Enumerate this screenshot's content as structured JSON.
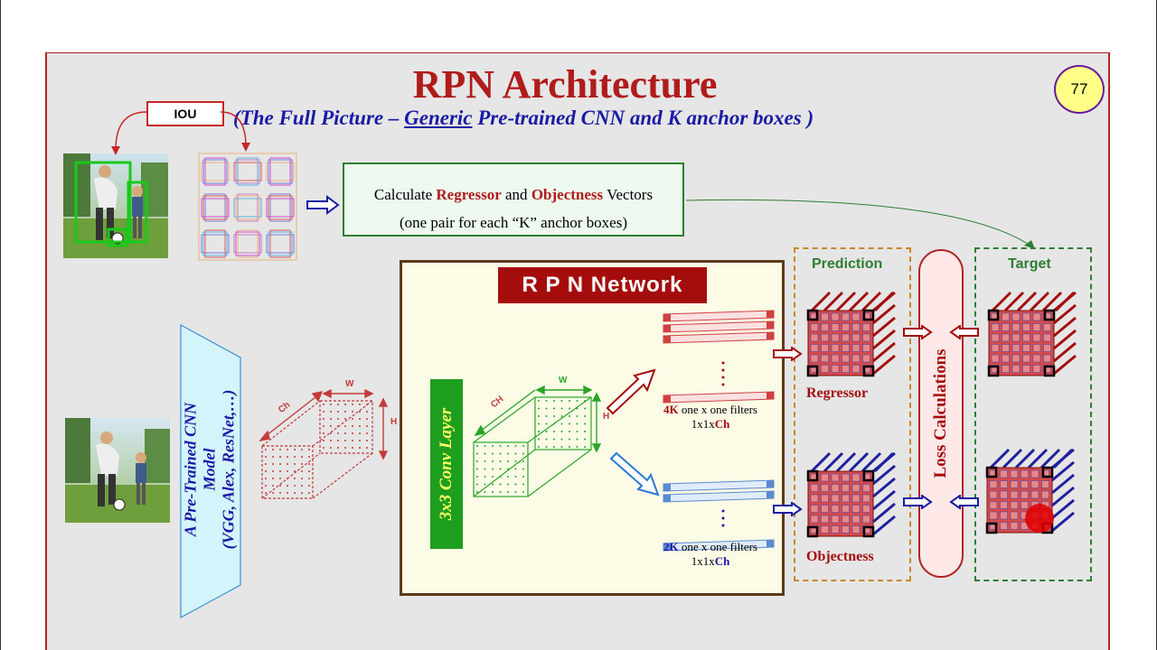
{
  "title": "RPN Architecture",
  "subtitle": {
    "pre": "(The Full Picture – ",
    "underlined": "Generic",
    "post": " Pre-trained CNN and K anchor boxes )"
  },
  "page_number": "77",
  "iou_label": "IOU",
  "calc_box": {
    "w1": "Calculate",
    "w2": "Regressor",
    "w3": "and",
    "w4": "Objectness",
    "w5": "Vectors",
    "line2": "(one pair for each “K” anchor boxes)"
  },
  "cnn_block": {
    "line1": "A Pre-Trained CNN",
    "line2": "Model",
    "line3": "(VGG, Alex, ResNet,…)"
  },
  "feature_map_labels": {
    "w": "W",
    "h": "H",
    "ch": "Ch"
  },
  "conv_layer": {
    "label": "3x3 Conv Layer",
    "w": "W",
    "h": "H",
    "ch": "CH"
  },
  "rpn_network_title": "R P N  Network",
  "regressor_filters": {
    "count": "4K",
    "text": " one x one  filters",
    "dims_pre": "1x1x",
    "dims_bold": "Ch"
  },
  "objectness_filters": {
    "count": "2K",
    "text": " one x one  filters",
    "dims_pre": "1x1x",
    "dims_bold": "Ch"
  },
  "prediction_header": "Prediction",
  "target_header": "Target",
  "regressor_label": "Regressor",
  "objectness_label": "Objectness",
  "loss_label": "Loss Calculations",
  "colors": {
    "title_red": "#b01c1c",
    "subtitle_blue": "#1a1aa6",
    "green": "#2e7d32",
    "rpn_red": "#a50d0d",
    "cnn_cyan": "#d4f4fb"
  }
}
